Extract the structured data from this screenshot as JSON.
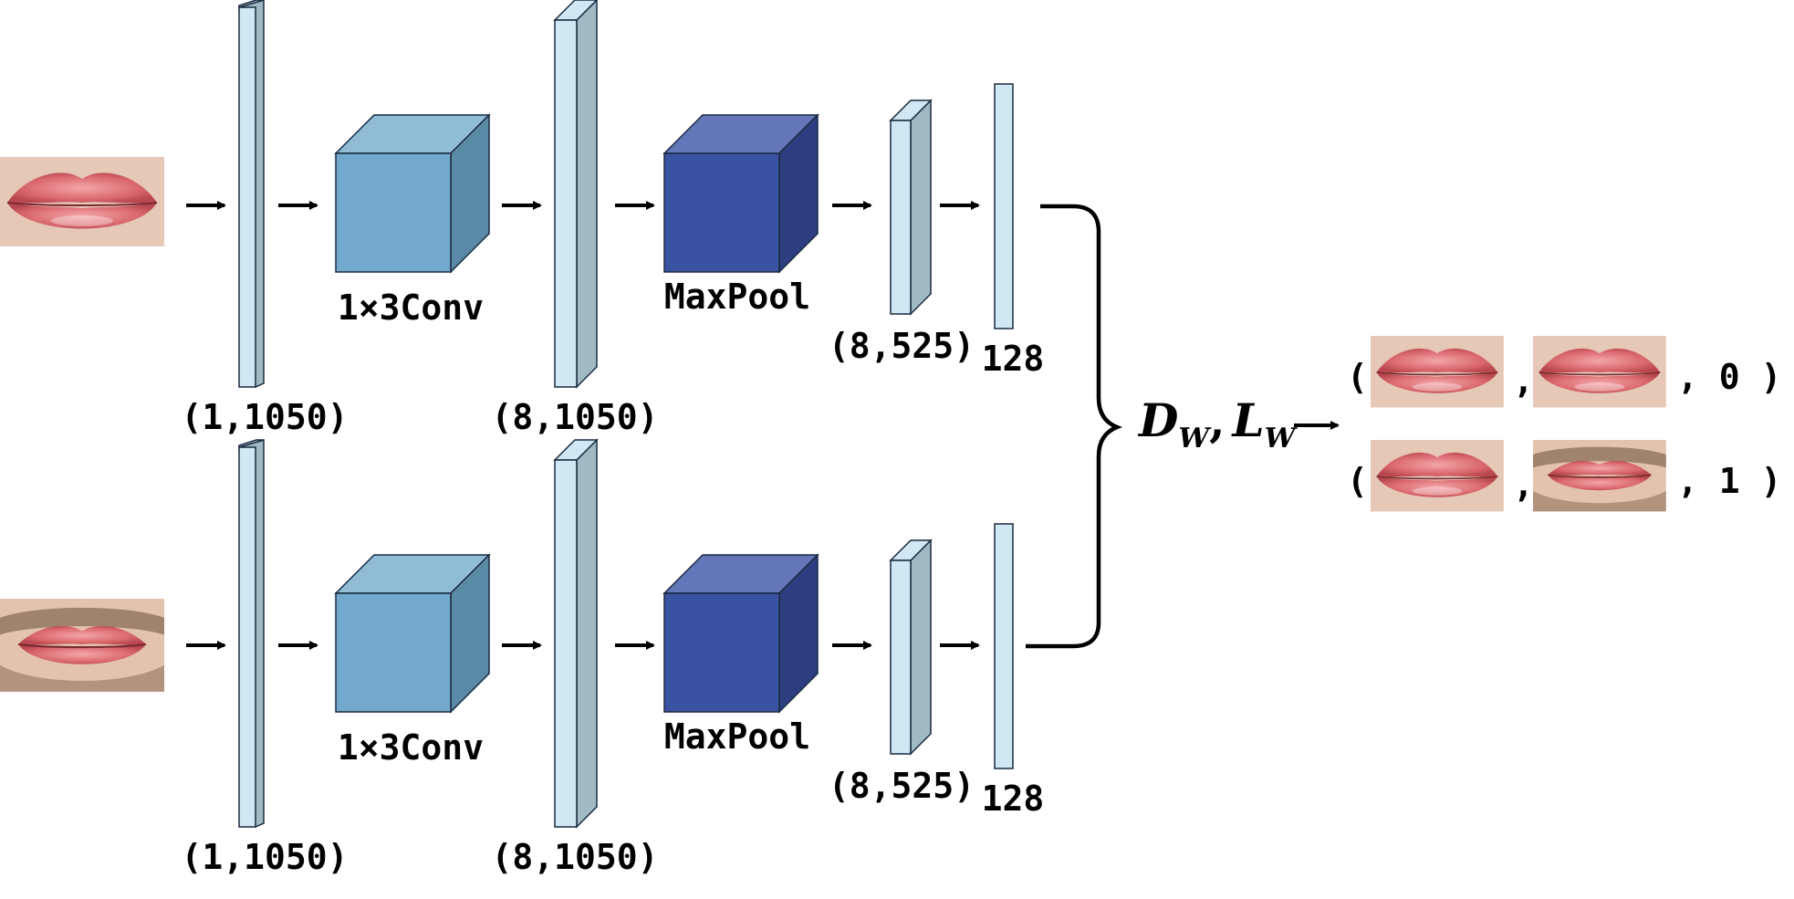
{
  "colors": {
    "thin_front": "#cfe8f3",
    "thin_side": "#a0bac4",
    "conv_front": "#72a9cc",
    "conv_top": "#90bcd6",
    "conv_side": "#5a8aa6",
    "pool_front": "#3a52a2",
    "pool_top": "#6276b8",
    "pool_side": "#2c3e80",
    "stroke": "#1a2a40",
    "lip": "#e07f84",
    "skin": "#e9d0c2",
    "beard": "#8a6e58"
  },
  "icons": {
    "lips_smooth": "lips-image-icon",
    "lips_beard": "lips-beard-image-icon"
  },
  "branches": [
    {
      "name": "top-branch",
      "input_shape": "(1,1050)",
      "conv_label": "1×3Conv",
      "conv_shape": "(8,1050)",
      "pool_label": "MaxPool",
      "pool_shape": "(8,525)",
      "fc_size": "128"
    },
    {
      "name": "bottom-branch",
      "input_shape": "(1,1050)",
      "conv_label": "1×3Conv",
      "conv_shape": "(8,1050)",
      "pool_label": "MaxPool",
      "pool_shape": "(8,525)",
      "fc_size": "128"
    }
  ],
  "loss": {
    "d_letter": "D",
    "d_sub": "W",
    "comma": ",",
    "l_letter": "L",
    "l_sub": "W"
  },
  "pairs": [
    {
      "open": "(",
      "sep": ",",
      "label": ", 0 )"
    },
    {
      "open": "(",
      "sep": ",",
      "label": ", 1 )"
    }
  ]
}
